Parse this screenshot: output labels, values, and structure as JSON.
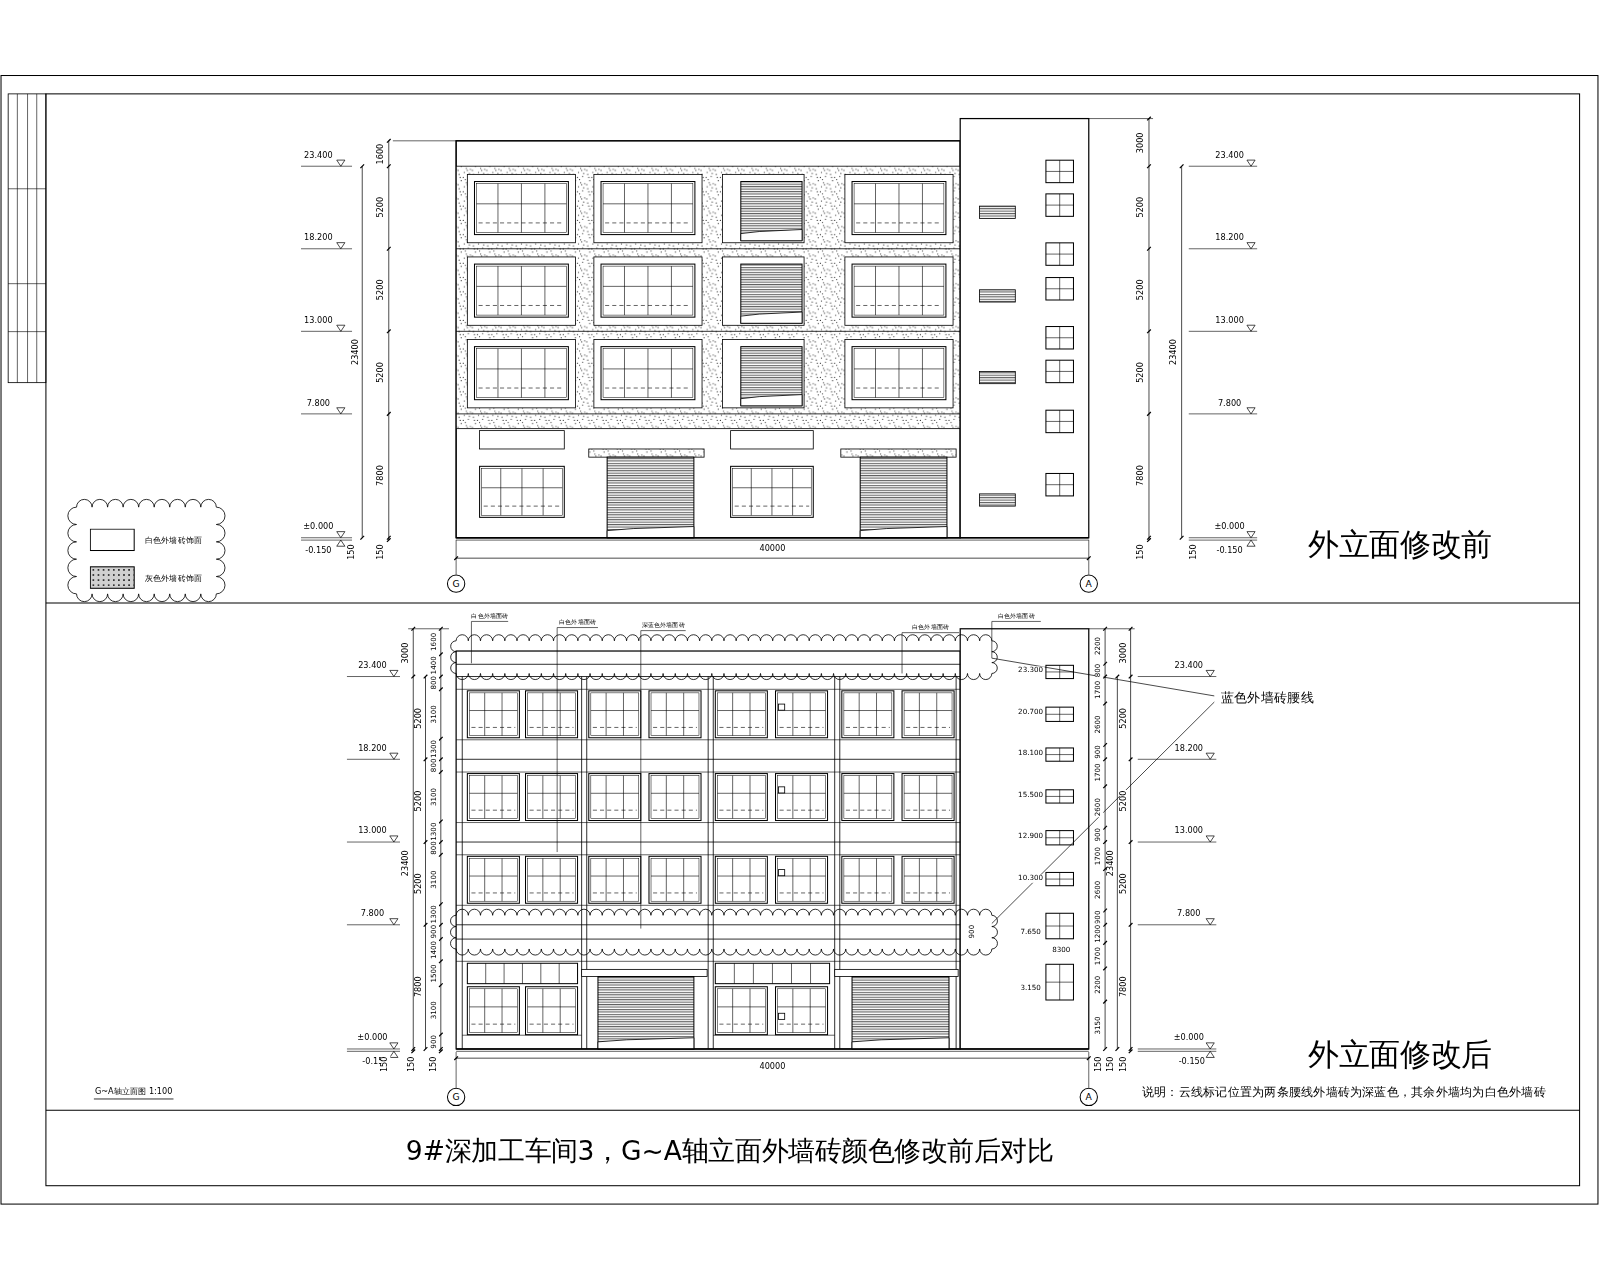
{
  "diagram": {
    "title": "9#深加工车间3，G~A轴立面外墙砖颜色修改前后对比",
    "nodes": [
      {
        "text": [
          "G"
        ]
      },
      {
        "text": [
          "A"
        ]
      },
      {
        "text": [
          "G"
        ]
      },
      {
        "text": [
          "A"
        ]
      }
    ],
    "labels": [
      "23.400",
      "18.200",
      "13.000",
      "7.800",
      "±0.000",
      "-0.150",
      "1600",
      "5200",
      "5200",
      "5200",
      "7800",
      "23400",
      "150",
      "150",
      "3000",
      "5200",
      "5200",
      "5200",
      "7800",
      "150",
      "23400",
      "150",
      "23.400",
      "18.200",
      "13.000",
      "7.800",
      "±0.000",
      "-0.150",
      "40000",
      "外立面修改前",
      "23.400",
      "18.200",
      "13.000",
      "7.800",
      "±0.000",
      "-0.150",
      "3000",
      "23400",
      "5200",
      "5200",
      "5200",
      "7800",
      "1600",
      "1400",
      "800",
      "3100",
      "1300",
      "800",
      "3100",
      "1300",
      "800",
      "3100",
      "1300",
      "900",
      "1400",
      "1500",
      "3100",
      "900",
      "150",
      "150",
      "150",
      "40000",
      "150",
      "150",
      "150",
      "23.300",
      "20.700",
      "18.100",
      "15.500",
      "12.900",
      "10.300",
      "7.650",
      "3.150",
      "2200",
      "800",
      "1700",
      "2600",
      "900",
      "1700",
      "2600",
      "900",
      "1700",
      "2600",
      "900",
      "1200",
      "1700",
      "2200",
      "3150",
      "3000",
      "5200",
      "5200",
      "5200",
      "7800",
      "23400",
      "8300",
      "900",
      "23.400",
      "18.200",
      "13.000",
      "7.800",
      "±0.000",
      "-0.150",
      "白色外墙面砖",
      "白色外墙面砖",
      "深蓝色外墙面砖",
      "白色外墙面砖",
      "白色外墙面砖",
      "蓝色外墙砖腰线",
      "外立面修改后",
      "说明：云线标记位置为两条腰线外墙砖为深蓝色，其余外墙均为白色外墙砖",
      "G~A轴立面图 1:100"
    ],
    "legend": [
      {
        "text": "白色外墙砖饰面",
        "color": "#ffffff"
      },
      {
        "text": "灰色外墙砖饰面",
        "color": "#d0d0d0"
      }
    ]
  }
}
